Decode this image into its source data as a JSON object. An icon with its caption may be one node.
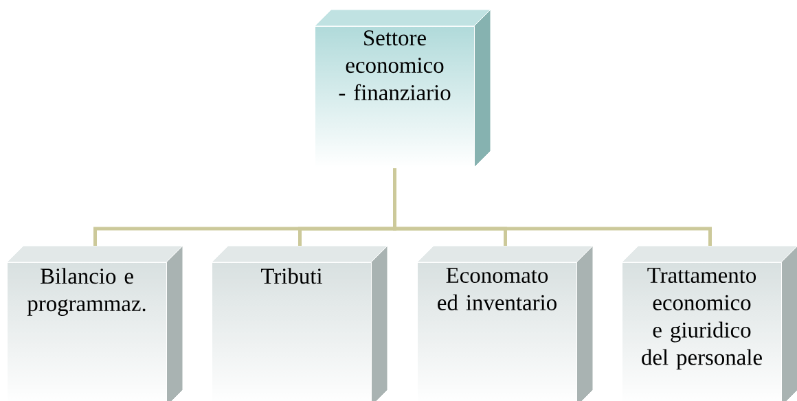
{
  "diagram": {
    "nodes": [
      {
        "text": [
          "Settore economico - finanziario"
        ]
      },
      {
        "text": [
          "Bilancio e programmaz."
        ]
      },
      {
        "text": [
          "Tributi"
        ]
      },
      {
        "text": [
          "Economato ed inventario"
        ]
      },
      {
        "text": [
          "Trattamento economico e giuridico del personale"
        ]
      }
    ],
    "edges": [
      {
        "from": 0,
        "to": 1,
        "arrow": "none"
      },
      {
        "from": 0,
        "to": 2,
        "arrow": "none"
      },
      {
        "from": 0,
        "to": 3,
        "arrow": "none"
      },
      {
        "from": 0,
        "to": 4,
        "arrow": "none"
      }
    ]
  }
}
